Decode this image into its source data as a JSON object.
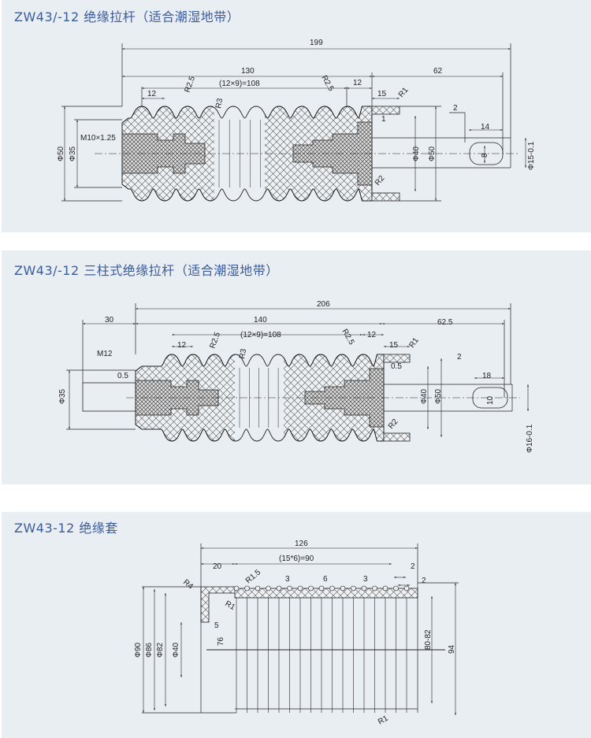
{
  "panels": [
    {
      "title": "ZW43/-12 绝缘拉杆（适合潮湿地带）",
      "dims": {
        "overall": "199",
        "body": "130",
        "pitch_total": "(12×9)=108",
        "rib": "12",
        "rib_right": "12",
        "right": "62",
        "flange": "15",
        "r1": "R1",
        "r25a": "R2.5",
        "r25b": "R2.5",
        "r3": "R3",
        "r2": "R2",
        "thread": "M10×1.25",
        "d50": "Φ50",
        "d35": "Φ35",
        "d40": "Φ40",
        "d50r": "Φ50",
        "gap": "1",
        "two": "2",
        "slot_len": "14",
        "slot_w": "8",
        "rod_d": "Φ15-0.1"
      }
    },
    {
      "title": "ZW43/-12 三柱式绝缘拉杆（适合潮湿地带）",
      "dims": {
        "overall": "206",
        "left": "30",
        "body": "140",
        "pitch_total": "(12×9)=108",
        "rib": "12",
        "rib_right": "12",
        "right": "62.5",
        "flange": "15",
        "r1": "R1",
        "r25a": "R2.5",
        "r25b": "R2.5",
        "r3": "R3",
        "r2": "R2",
        "thread": "M12",
        "half_l": "0.5",
        "half_r": "0.5",
        "d35": "Φ35",
        "d40": "Φ40",
        "d50r": "Φ50",
        "two": "2",
        "slot_len": "18",
        "slot_w": "10",
        "rod_d": "Φ16-0.1"
      }
    },
    {
      "title": "ZW43-12 绝缘套",
      "dims": {
        "overall": "126",
        "pitch_total": "(15*6)=90",
        "left": "20",
        "two_a": "2",
        "two_b": "2",
        "r4": "R4",
        "r15": "R1.5",
        "r1a": "R1",
        "r1b": "R1",
        "three_a": "3",
        "six": "6",
        "three_b": "3",
        "five": "5",
        "d76": "76",
        "d90": "Φ90",
        "d86": "Φ86",
        "d82": "Φ82",
        "d40": "Φ40",
        "d8082": "80-82",
        "d94": "94"
      }
    }
  ],
  "colors": {
    "panel_bg": "#e9eef3",
    "title": "#3b5c9c",
    "line": "#222222"
  }
}
